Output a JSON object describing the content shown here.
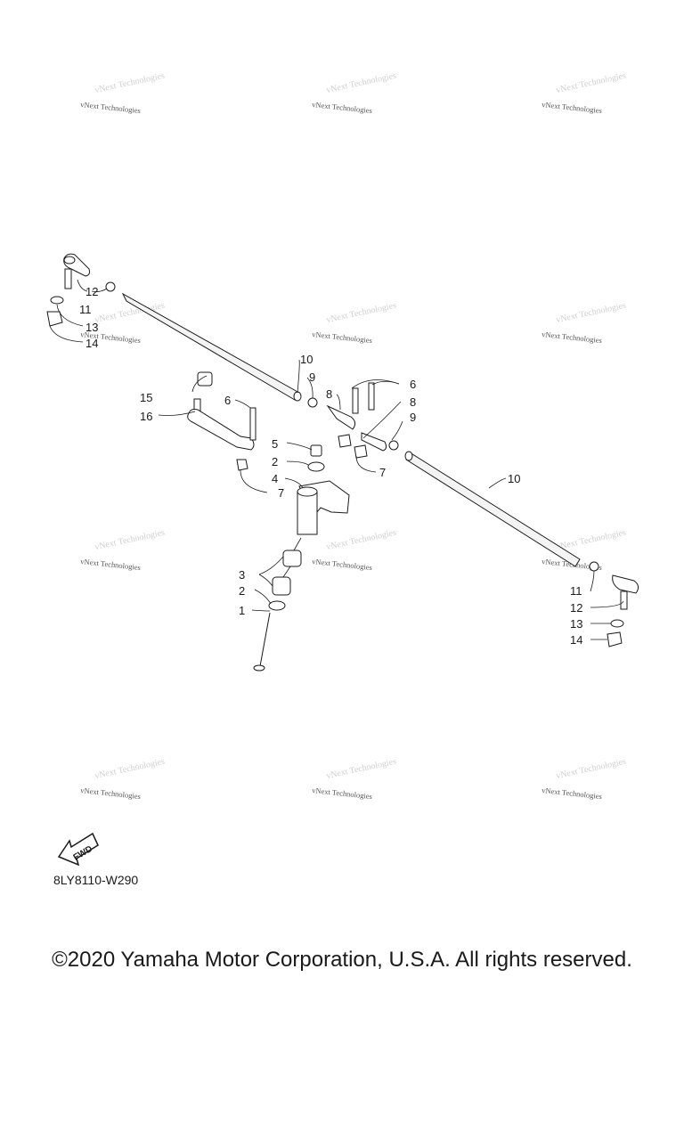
{
  "callouts": [
    "12",
    "11",
    "13",
    "14",
    "10",
    "9",
    "8",
    "6",
    "15",
    "16",
    "6",
    "5",
    "2",
    "4",
    "7",
    "7",
    "8",
    "9",
    "10",
    "3",
    "2",
    "1",
    "11",
    "12",
    "13",
    "14"
  ],
  "watermark": {
    "line1": "vNext Technologies",
    "line2": "vNext Technologies"
  },
  "fwd_label": "FWD",
  "diagram_code": "8LY8110-W290",
  "copyright": "©2020 Yamaha Motor Corporation, U.S.A. All rights reserved."
}
